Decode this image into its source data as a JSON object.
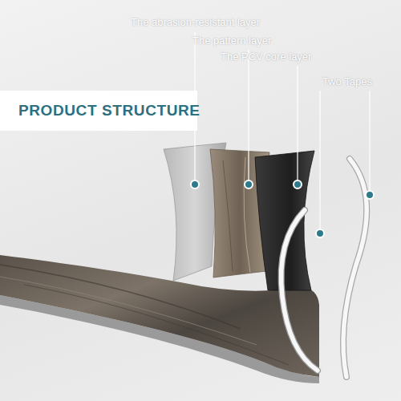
{
  "diagram": {
    "title": "PRODUCT STRUCTURE",
    "labels": [
      "The abrasion-resistant layer",
      "The pattern layer",
      "The PCV core layer",
      "Two Tapes"
    ]
  }
}
